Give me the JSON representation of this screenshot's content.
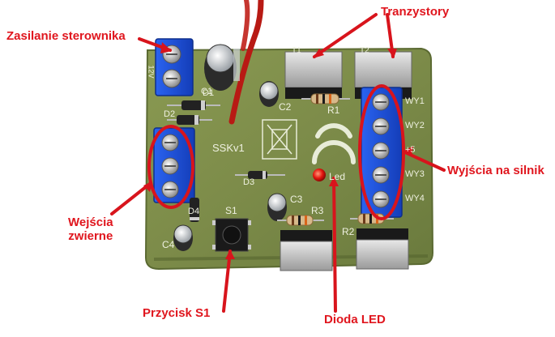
{
  "callouts": {
    "zasilanie": "Zasilanie sterownika",
    "tranzystory": "Tranzystory",
    "wyjscia": "Wyjścia na silnik",
    "wejscia_line1": "Wejścia",
    "wejscia_line2": "zwierne",
    "przycisk": "Przycisk S1",
    "dioda": "Dioda LED"
  },
  "board_labels": {
    "ssk": "SSKv1",
    "t1": "T1",
    "t2": "T2",
    "r1": "R1",
    "r2": "R2",
    "r3": "R3",
    "c1": "C1",
    "c2": "C2",
    "c3": "C3",
    "c4": "C4",
    "d1": "D1",
    "d2": "D2",
    "d3": "D3",
    "d4": "D4",
    "s1": "S1",
    "led": "Led",
    "wy1": "WY1",
    "wy2": "WY2",
    "wy3": "WY3",
    "wy4": "WY4",
    "plus5": "+5",
    "v12": "12V"
  },
  "colors": {
    "callout_text": "#e0161e",
    "arrow": "#d8141c",
    "pcb": "#7b8a48",
    "terminal_block": "#1f4fd6",
    "background": "#ffffff"
  }
}
